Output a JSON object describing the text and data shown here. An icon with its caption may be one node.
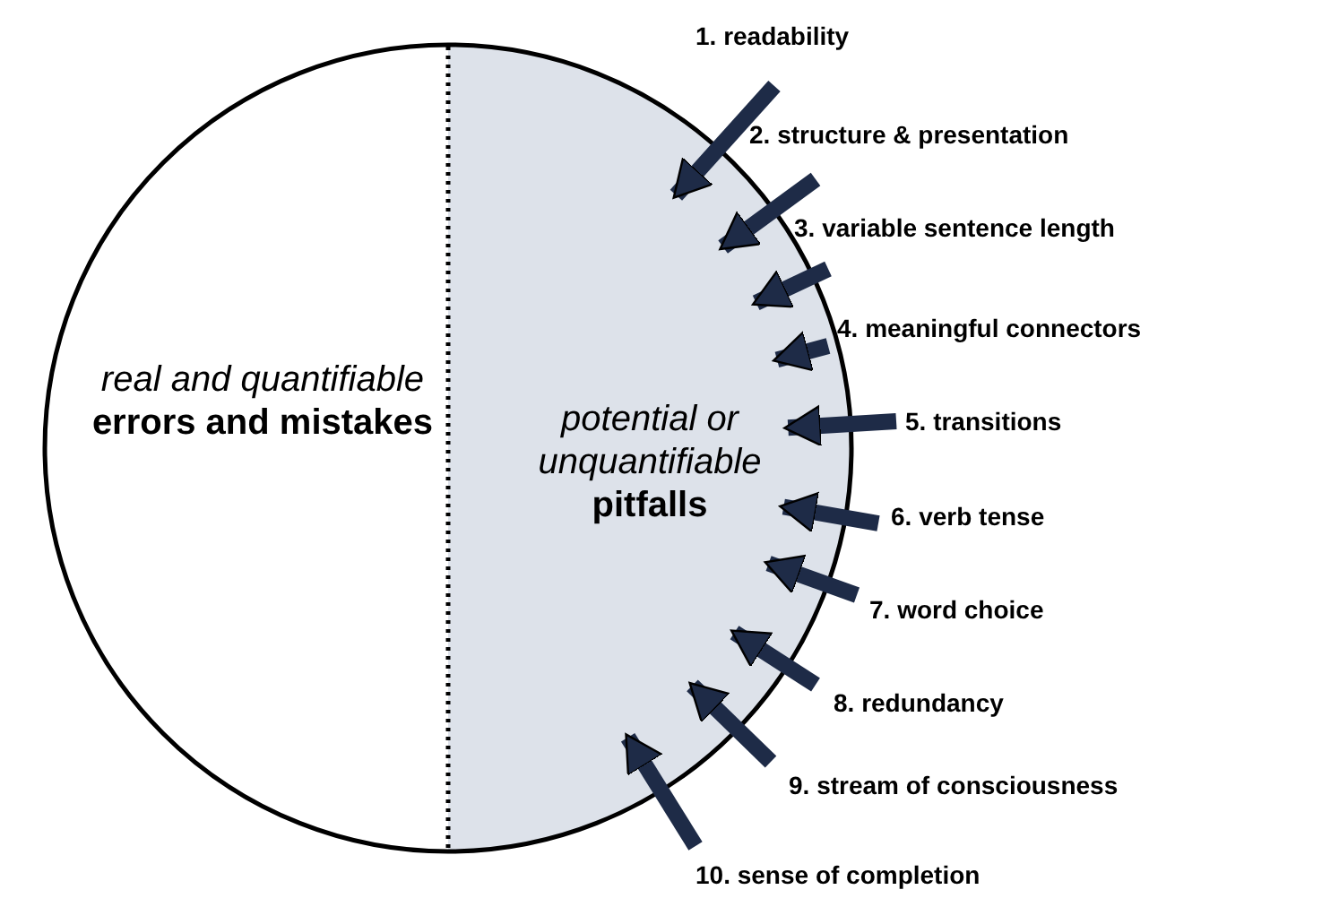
{
  "diagram": {
    "nodes": [
      {
        "text": [
          "real and quantifiable",
          "errors and mistakes"
        ]
      },
      {
        "text": [
          "potential or unquantifiable",
          "pitfalls"
        ]
      },
      {
        "text": [
          "1. readability"
        ]
      },
      {
        "text": [
          "2. structure & presentation"
        ]
      },
      {
        "text": [
          "3. variable sentence length"
        ]
      },
      {
        "text": [
          "4. meaningful connectors"
        ]
      },
      {
        "text": [
          "5. transitions"
        ]
      },
      {
        "text": [
          "6. verb tense"
        ]
      },
      {
        "text": [
          "7. word choice"
        ]
      },
      {
        "text": [
          "8. redundancy"
        ]
      },
      {
        "text": [
          "9. stream of consciousness"
        ]
      },
      {
        "text": [
          "10. sense of completion"
        ]
      }
    ],
    "edges": [
      {
        "from": 2,
        "to": 1,
        "arrow": "to"
      },
      {
        "from": 3,
        "to": 1,
        "arrow": "to"
      },
      {
        "from": 4,
        "to": 1,
        "arrow": "to"
      },
      {
        "from": 5,
        "to": 1,
        "arrow": "to"
      },
      {
        "from": 6,
        "to": 1,
        "arrow": "to"
      },
      {
        "from": 7,
        "to": 1,
        "arrow": "to"
      },
      {
        "from": 8,
        "to": 1,
        "arrow": "to"
      },
      {
        "from": 9,
        "to": 1,
        "arrow": "to"
      },
      {
        "from": 10,
        "to": 1,
        "arrow": "to"
      },
      {
        "from": 11,
        "to": 1,
        "arrow": "to"
      }
    ]
  }
}
